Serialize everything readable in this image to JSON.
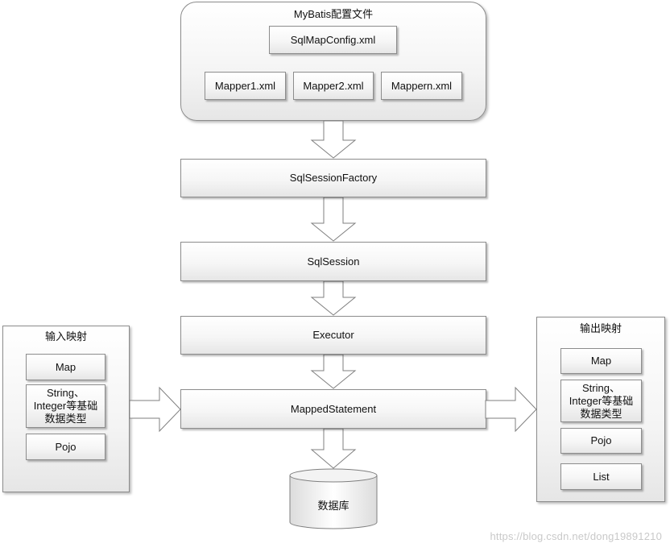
{
  "config": {
    "title": "MyBatis配置文件",
    "main_file": "SqlMapConfig.xml",
    "mappers": [
      "Mapper1.xml",
      "Mapper2.xml",
      "Mappern.xml"
    ]
  },
  "pipeline": {
    "factory": "SqlSessionFactory",
    "session": "SqlSession",
    "executor": "Executor",
    "mapped_statement": "MappedStatement",
    "database": "数据库"
  },
  "input_mapping": {
    "title": "输入映射",
    "items": [
      "Map",
      "String、\nInteger等基础\n数据类型",
      "Pojo"
    ]
  },
  "output_mapping": {
    "title": "输出映射",
    "items": [
      "Map",
      "String、\nInteger等基础\n数据类型",
      "Pojo",
      "List"
    ]
  },
  "watermark": "https://blog.csdn.net/dong19891210"
}
